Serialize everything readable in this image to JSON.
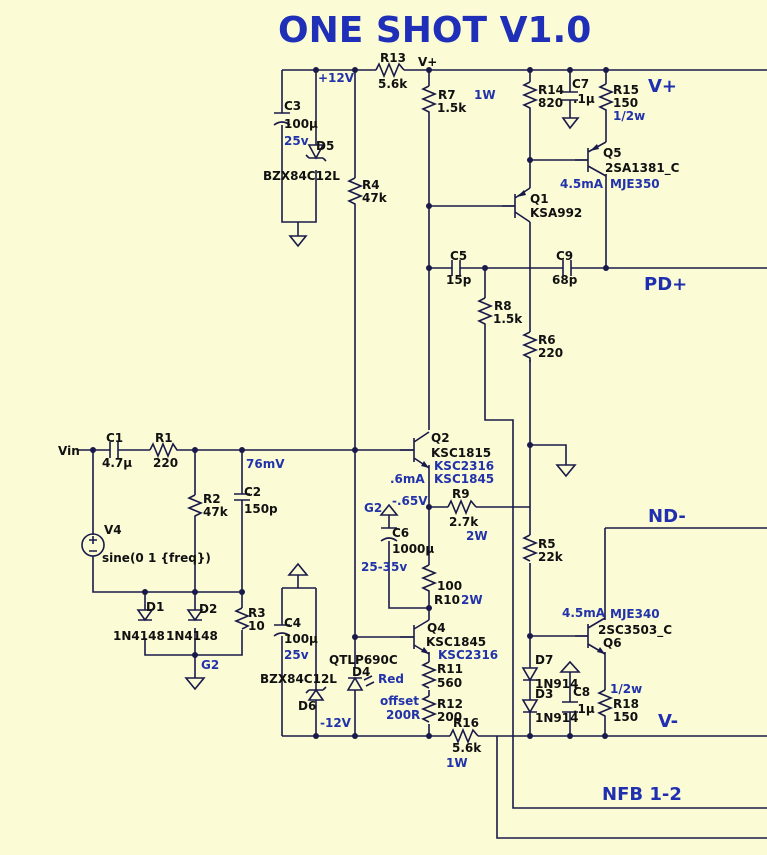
{
  "title": "ONE SHOT V1.0",
  "nets": {
    "vin": "Vin",
    "vplus_top": "V+",
    "p12": "+12V",
    "m12": "-12V",
    "vplus": "V+",
    "vminus": "V-",
    "pdplus": "PD+",
    "ndminus": "ND-",
    "nfb": "NFB 1-2",
    "g2a": "G2",
    "g2b": "G2"
  },
  "parts": {
    "R13": {
      "ref": "R13",
      "val": "5.6k"
    },
    "R7": {
      "ref": "R7",
      "val": "1.5k"
    },
    "R14": {
      "ref": "R14",
      "val": "820"
    },
    "C7": {
      "ref": "C7",
      "val": ".1µ"
    },
    "R15": {
      "ref": "R15",
      "val": "150",
      "note": "1/2w"
    },
    "C3": {
      "ref": "C3",
      "val": "100µ",
      "note": "25v"
    },
    "D5": {
      "ref": "D5",
      "val": "BZX84C12L"
    },
    "R4": {
      "ref": "R4",
      "val": "47k"
    },
    "Q5": {
      "ref": "Q5",
      "val": "2SA1381_C",
      "note": "MJE350",
      "cur": "4.5mA"
    },
    "Q1": {
      "ref": "Q1",
      "val": "KSA992"
    },
    "C5": {
      "ref": "C5",
      "val": "15p"
    },
    "C9": {
      "ref": "C9",
      "val": "68p"
    },
    "R8": {
      "ref": "R8",
      "val": "1.5k"
    },
    "R6": {
      "ref": "R6",
      "val": "220"
    },
    "C1": {
      "ref": "C1",
      "val": "4.7µ"
    },
    "R1": {
      "ref": "R1",
      "val": "220"
    },
    "Q2": {
      "ref": "Q2",
      "val": "KSC1815",
      "alt1": "KSC2316",
      "alt2": "KSC1845",
      "cur": ".6mA"
    },
    "R2": {
      "ref": "R2",
      "val": "47k"
    },
    "C2": {
      "ref": "C2",
      "val": "150p"
    },
    "R9": {
      "ref": "R9",
      "val": "2.7k",
      "note": "2W"
    },
    "V4": {
      "ref": "V4",
      "val": "sine(0 1 {freq})"
    },
    "C6": {
      "ref": "C6",
      "val": "1000µ",
      "note": "25-35v"
    },
    "R5": {
      "ref": "R5",
      "val": "22k"
    },
    "R10": {
      "ref": "R10",
      "val": "100",
      "note": "2W"
    },
    "D1": {
      "ref": "D1",
      "val": "1N4148"
    },
    "D2": {
      "ref": "D2",
      "val": "1N4148"
    },
    "R3": {
      "ref": "R3",
      "val": "10"
    },
    "C4": {
      "ref": "C4",
      "val": "100µ",
      "note": "25v"
    },
    "Q4": {
      "ref": "Q4",
      "val": "KSC1845",
      "alt1": "KSC2316"
    },
    "Q6": {
      "ref": "Q6",
      "val": "2SC3503_C",
      "note": "MJE340",
      "cur": "4.5mA"
    },
    "D4": {
      "ref": "D4",
      "val": "QTLP690C",
      "note": "Red"
    },
    "R11": {
      "ref": "R11",
      "val": "560"
    },
    "D7": {
      "ref": "D7",
      "val": "1N914"
    },
    "D3": {
      "ref": "D3",
      "val": "1N914"
    },
    "C8": {
      "ref": "C8",
      "val": ".1µ"
    },
    "R18": {
      "ref": "R18",
      "val": "150",
      "note": "1/2w"
    },
    "D6": {
      "ref": "D6",
      "val": "BZX84C12L"
    },
    "R12": {
      "ref": "R12",
      "val": "200",
      "note1": "offset",
      "note2": "200R"
    },
    "R16": {
      "ref": "R16",
      "val": "5.6k",
      "note": "1W"
    }
  },
  "annotations": {
    "r7_power": "1W",
    "v76": "76mV",
    "vm65": "-.65V"
  }
}
